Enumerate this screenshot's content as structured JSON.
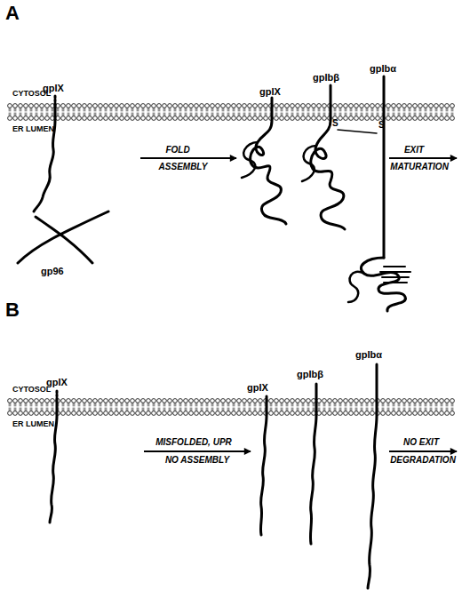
{
  "diagram": {
    "labels": [
      "A",
      "CYTOSOL",
      "ER LUMEN",
      "gpIX",
      "FOLD",
      "ASSEMBLY",
      "gpIX",
      "gpIbβ",
      "gpIbα",
      "S",
      "S",
      "EXIT",
      "MATURATION",
      "gp96",
      "B",
      "CYTOSOL",
      "ER LUMEN",
      "gpIX",
      "MISFOLDED, UPR",
      "NO ASSEMBLY",
      "gpIX",
      "gpIbβ",
      "gpIbα",
      "NO EXIT",
      "DEGRADATION"
    ]
  }
}
